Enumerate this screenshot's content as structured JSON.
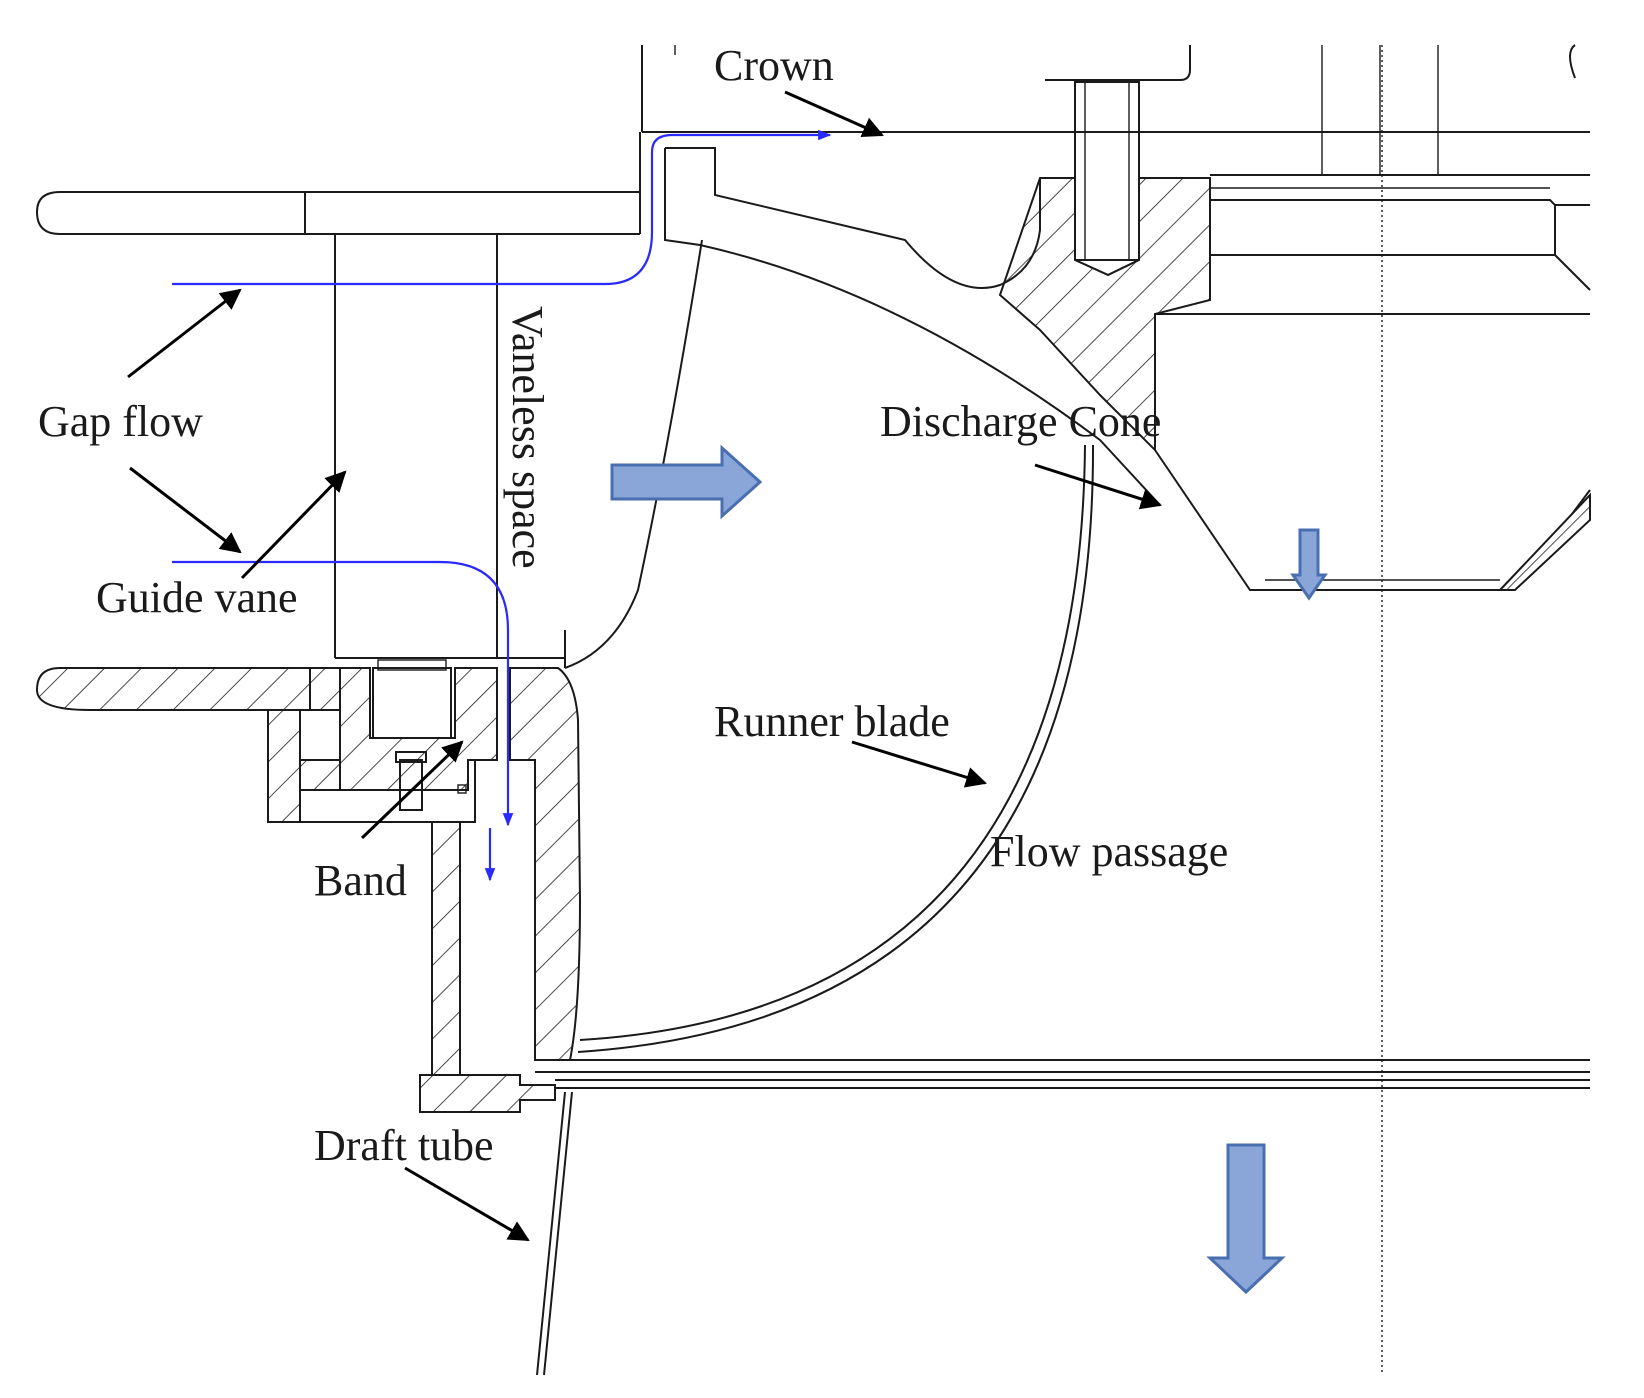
{
  "labels": {
    "crown": "Crown",
    "gap_flow": "Gap flow",
    "vaneless_space": "Vaneless space",
    "discharge_cone": "Discharge Cone",
    "guide_vane": "Guide vane",
    "runner_blade": "Runner blade",
    "band": "Band",
    "flow_passage": "Flow passage",
    "draft_tube": "Draft tube"
  },
  "colors": {
    "line": "#1a1a1a",
    "gap_flow_line": "#2a2aff",
    "flow_arrow_fill": "#8aa6d8",
    "flow_arrow_stroke": "#4a6fb0"
  }
}
